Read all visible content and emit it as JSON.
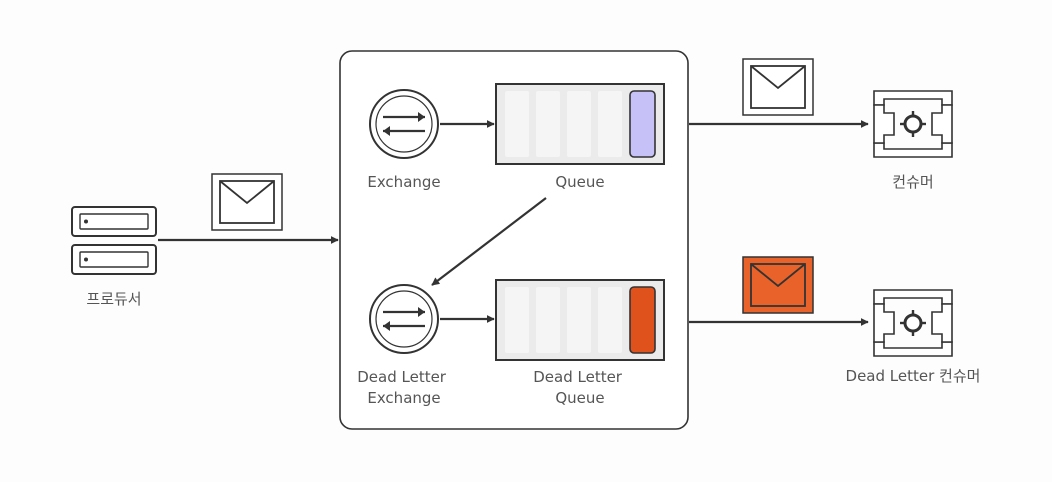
{
  "labels": {
    "producer": "프로듀서",
    "exchange": "Exchange",
    "queue": "Queue",
    "consumer": "컨슈머",
    "dl_exchange_line1": "Dead Letter",
    "dl_exchange_line2": "Exchange",
    "dl_queue_line1": "Dead Letter",
    "dl_queue_line2": "Queue",
    "dl_consumer": "Dead Letter 컨슈머"
  },
  "icons": {
    "producer": "server-icon",
    "exchange": "exchange-arrows-icon",
    "queue": "queue-icon",
    "message": "envelope-icon",
    "consumer": "consumer-icon"
  },
  "colors": {
    "stroke": "#333333",
    "background": "#fdfdfd",
    "queue_slot_fill": "#f5f5f5",
    "queue_frame_fill": "#ebebeb",
    "normal_message_slot": "#c6c2f7",
    "dead_letter_accent": "#e0521b",
    "dead_letter_envelope_fill": "#e8622a"
  }
}
